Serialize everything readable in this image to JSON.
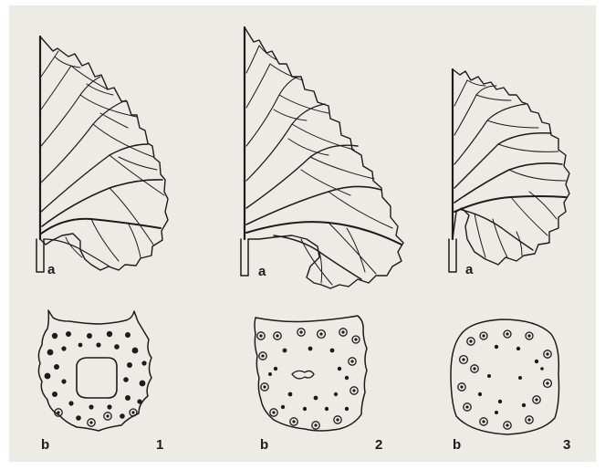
{
  "figure": {
    "panels": [
      {
        "number": "1",
        "leaf_label": "a",
        "section_label": "b"
      },
      {
        "number": "2",
        "leaf_label": "a",
        "section_label": "b"
      },
      {
        "number": "3",
        "leaf_label": "a",
        "section_label": "b"
      }
    ]
  },
  "colors": {
    "ink": "#1c1c1c",
    "paper": "#ecebe6",
    "border": "#ffffff"
  },
  "icons": [
    "half-leaf-outline",
    "petiole-cross-section"
  ]
}
